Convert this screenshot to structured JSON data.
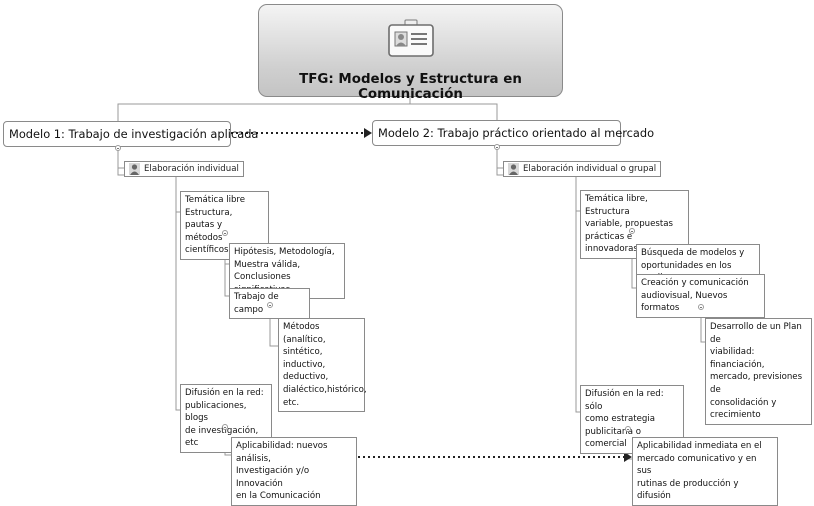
{
  "root": {
    "title": "TFG: Modelos y Estructura en Comunicación"
  },
  "model1": {
    "title": "Modelo 1: Trabajo de investigación aplicada",
    "author": "Elaboración individual",
    "topic": [
      "Temática libre",
      "Estructura, pautas y",
      "métodos científicos"
    ],
    "topic_children": {
      "hypothesis": [
        "Hipótesis, Metodología,",
        "Muestra válida,",
        "Conclusiones significativas"
      ],
      "fieldwork": "Trabajo de campo",
      "methods": [
        "Métodos (analítico,",
        "sintético, inductivo,",
        "deductivo,",
        "dialéctico,histórico,",
        "etc."
      ]
    },
    "diffusion": [
      "Difusión en la red:",
      "publicaciones, blogs",
      "de investigación, etc"
    ],
    "applicability": [
      "Aplicabilidad: nuevos análisis,",
      "Investigación y/o Innovación",
      "en la Comunicación"
    ]
  },
  "model2": {
    "title": "Modelo 2: Trabajo práctico orientado al mercado",
    "author": "Elaboración individual o grupal",
    "topic": [
      "Temática libre, Estructura",
      "variable, propuestas",
      "prácticas e innovadoras"
    ],
    "topic_children": {
      "search": [
        "Búsqueda de modelos y",
        "oportunidades en los media"
      ],
      "creation": [
        "Creación y comunicación",
        "audiovisual, Nuevos formatos"
      ],
      "plan": [
        "Desarrollo de un Plan de",
        "viabilidad: financiación,",
        "mercado, previsiones de",
        "consolidación y",
        "crecimiento"
      ]
    },
    "diffusion": [
      "Difusión en la red: sólo",
      "como estrategia",
      "publicitaria o comercial"
    ],
    "applicability": [
      "Aplicabilidad inmediata en el",
      "mercado comunicativo y en sus",
      "rutinas de  producción y difusión"
    ]
  },
  "icons": {
    "root": "id-card-icon",
    "author": "person-icon"
  },
  "colors": {
    "line": "#999999",
    "border": "#8a8a8a",
    "root_gradient_top": "#f4f4f4",
    "root_gradient_bottom": "#c4c4c4"
  }
}
